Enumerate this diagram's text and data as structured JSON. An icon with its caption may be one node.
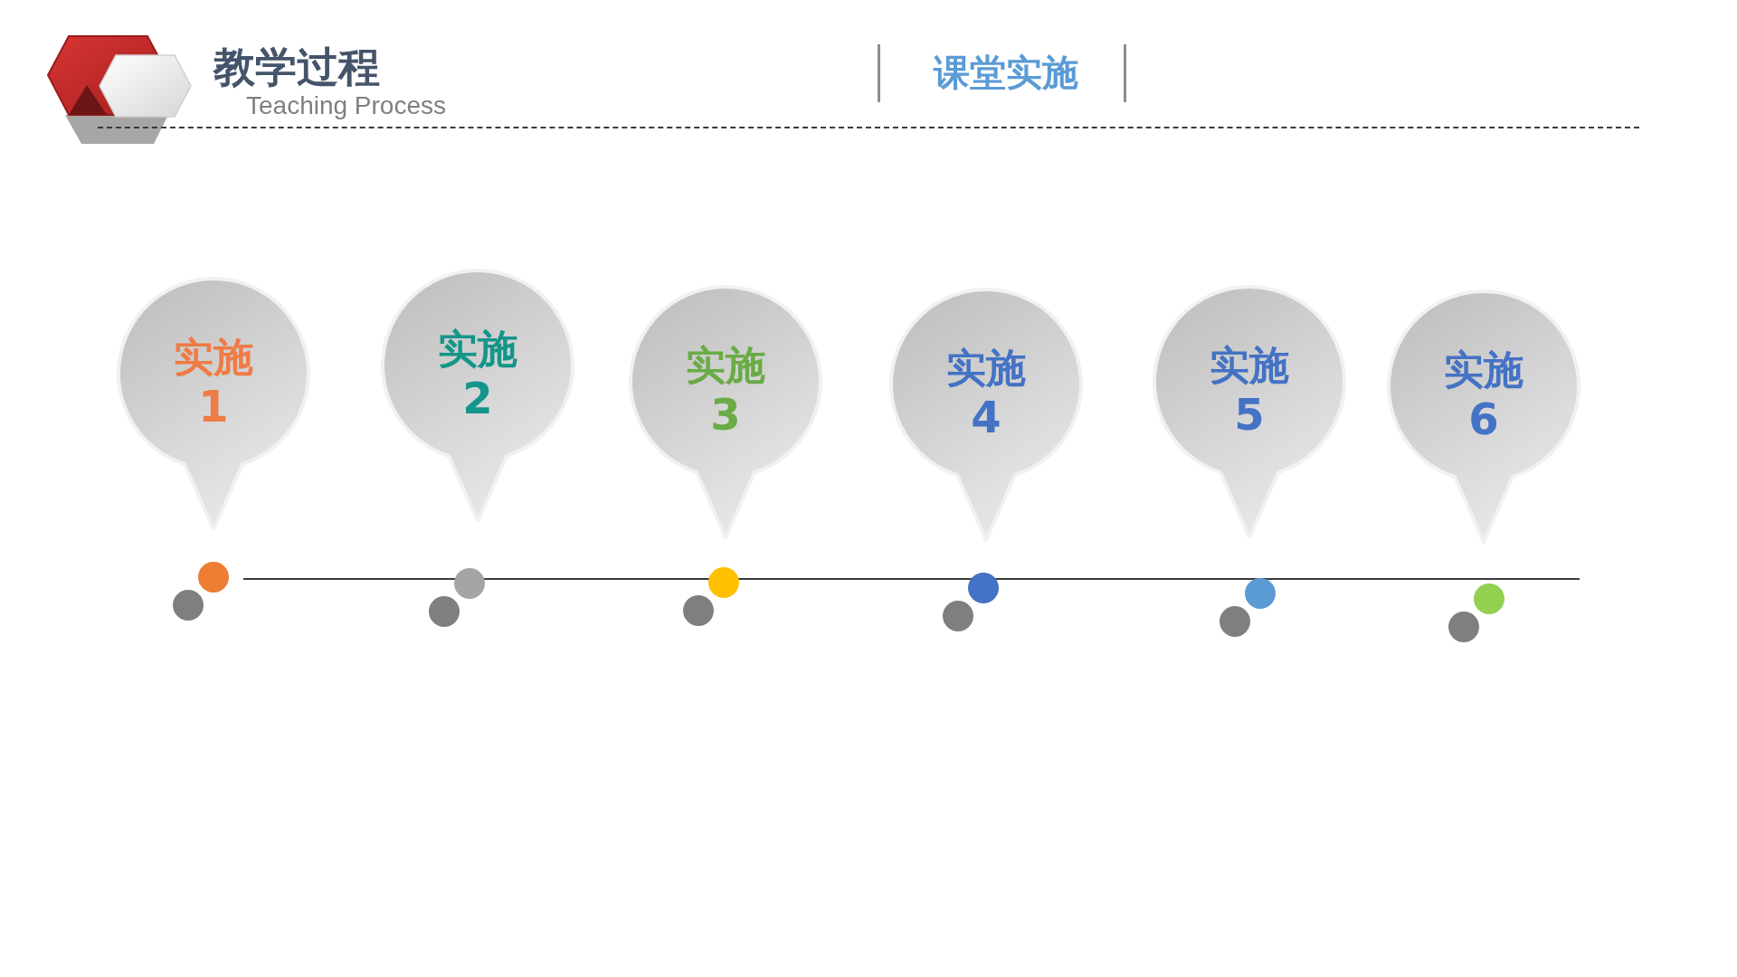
{
  "diagram": {
    "title": "教学过程",
    "nodes": [
      {
        "text": [
          "实施",
          "1"
        ]
      },
      {
        "text": [
          "实施",
          "2"
        ]
      },
      {
        "text": [
          "实施",
          "3"
        ]
      },
      {
        "text": [
          "实施",
          "4"
        ]
      },
      {
        "text": [
          "实施",
          "5"
        ]
      },
      {
        "text": [
          "实施",
          "6"
        ]
      }
    ],
    "labels": [
      "Teaching Process",
      "课堂实施"
    ]
  }
}
